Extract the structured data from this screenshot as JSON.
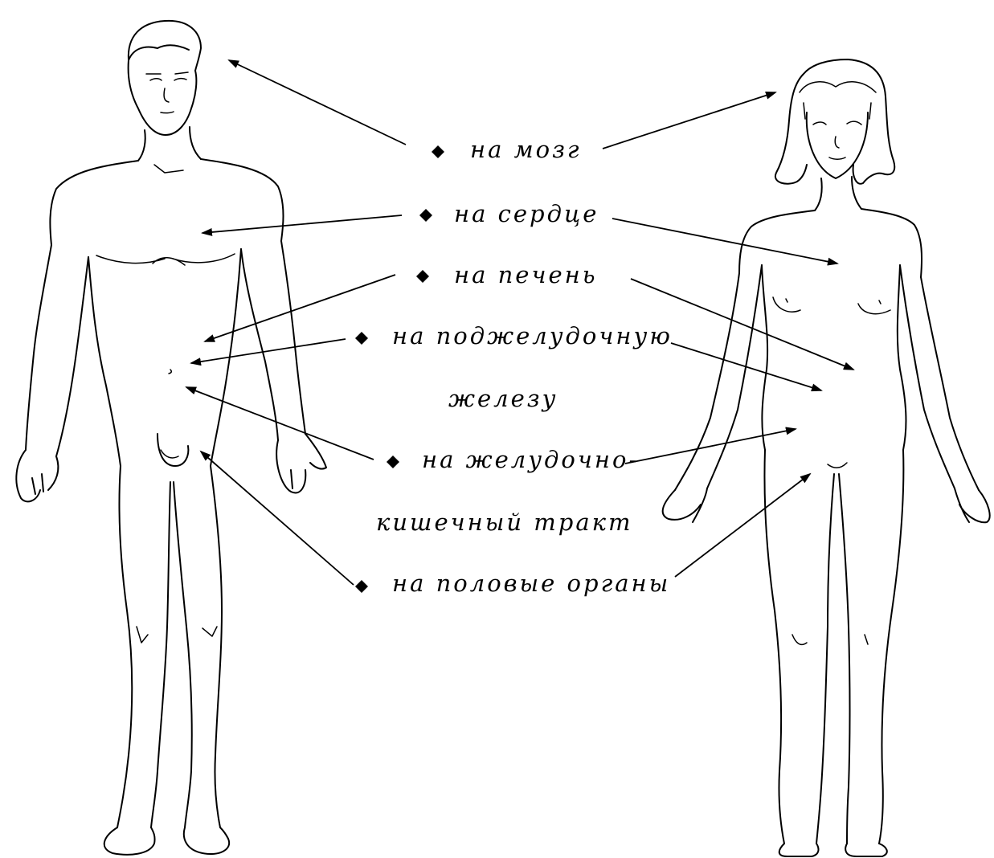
{
  "labels": {
    "brain": "на мозг",
    "heart": "на сердце",
    "liver": "на печень",
    "pancreas_1": "на поджелудочную",
    "pancreas_2": "железу",
    "gi_1": "на желудочно-",
    "gi_2": "кишечный тракт",
    "genitals": "на половые органы"
  },
  "colors": {
    "ink": "#000000",
    "background": "#ffffff"
  }
}
